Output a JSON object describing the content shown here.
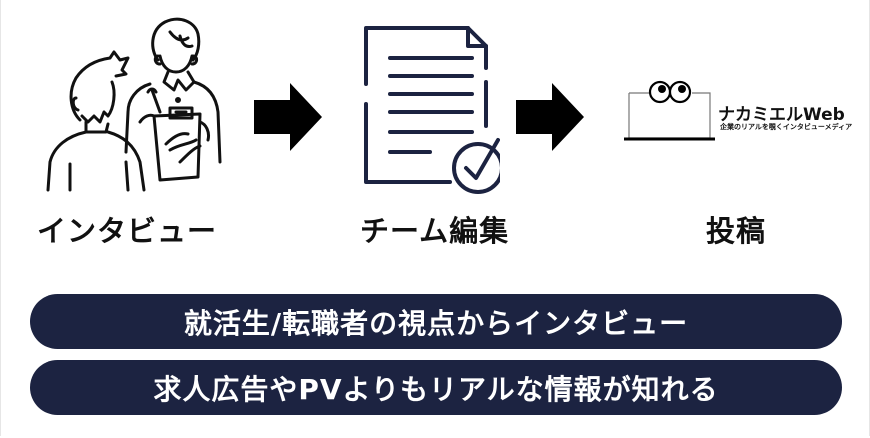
{
  "steps": [
    {
      "icon": "interview-illustration-icon",
      "label": "インタビュー"
    },
    {
      "icon": "document-check-icon",
      "label": "チーム編集"
    },
    {
      "icon": "nakamieru-logo-icon",
      "label": "投稿"
    }
  ],
  "arrows": [
    "arrow-right-icon",
    "arrow-right-icon"
  ],
  "brand": {
    "name": "ナカミエルWeb",
    "tagline": "企業のリアルを覗くインタビューメディア"
  },
  "highlights": [
    "就活生/転職者の視点からインタビュー",
    "求人広告やPVよりもリアルな情報が知れる"
  ],
  "colors": {
    "navy": "#1c2341",
    "text": "#111111",
    "background": "#ffffff"
  }
}
